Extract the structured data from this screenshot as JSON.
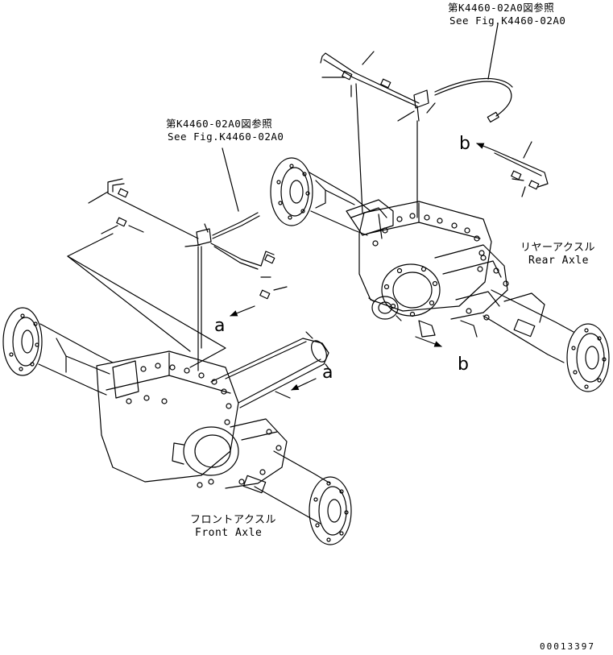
{
  "references": {
    "top_right": {
      "jp": "第K4460-02A0図参照",
      "en": "See Fig.K4460-02A0"
    },
    "center_left": {
      "jp": "第K4460-02A0図参照",
      "en": "See Fig.K4460-02A0"
    }
  },
  "parts": {
    "rear_axle": {
      "jp": "リヤーアクスル",
      "en": "Rear Axle"
    },
    "front_axle": {
      "jp": "フロントアクスル",
      "en": "Front Axle"
    }
  },
  "callouts": {
    "a_upper": "a",
    "a_lower": "a",
    "b_upper": "b",
    "b_lower": "b"
  },
  "drawing_number": "00013397"
}
